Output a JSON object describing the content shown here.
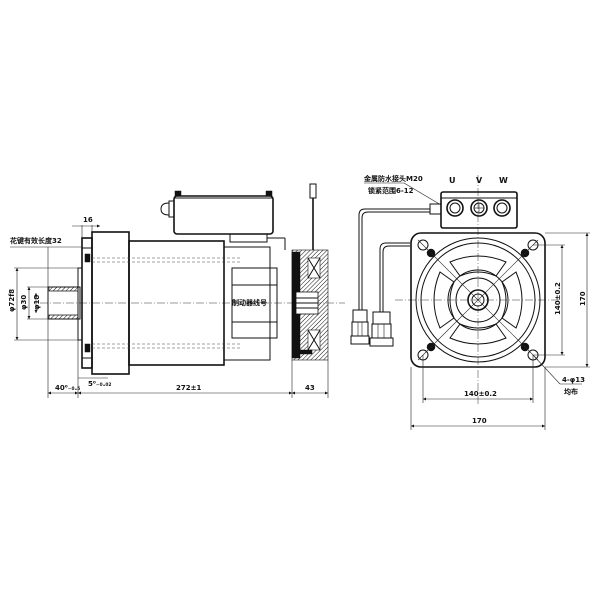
{
  "drawing": {
    "title": "Motor with brake — outline dimension drawing",
    "side_view": {
      "labels": {
        "spline_length": "花键有效长度32",
        "flange_pilot_dia": "φ72f8",
        "shaft_dia": "φ30",
        "bore_dia": "φ18",
        "flange_thickness": "16",
        "shaft_extension": "40⁰₋₀.₅",
        "shoulder": "5⁰₋₀.₀₂",
        "body_length": "272±1",
        "brake_length": "43",
        "brake_wire": "制动器线号"
      }
    },
    "end_view": {
      "labels": {
        "cable_gland": "金属防水接头M20",
        "clamp_range": "锁紧范围6-12",
        "terminal_u": "U",
        "terminal_v": "V",
        "terminal_w": "W",
        "bolt_pcd_vertical": "140±0.2",
        "frame_height": "170",
        "mount_holes": "4-φ13",
        "mount_holes_note": "均布",
        "bolt_pcd_horizontal": "140±0.2",
        "frame_width": "170"
      }
    }
  }
}
